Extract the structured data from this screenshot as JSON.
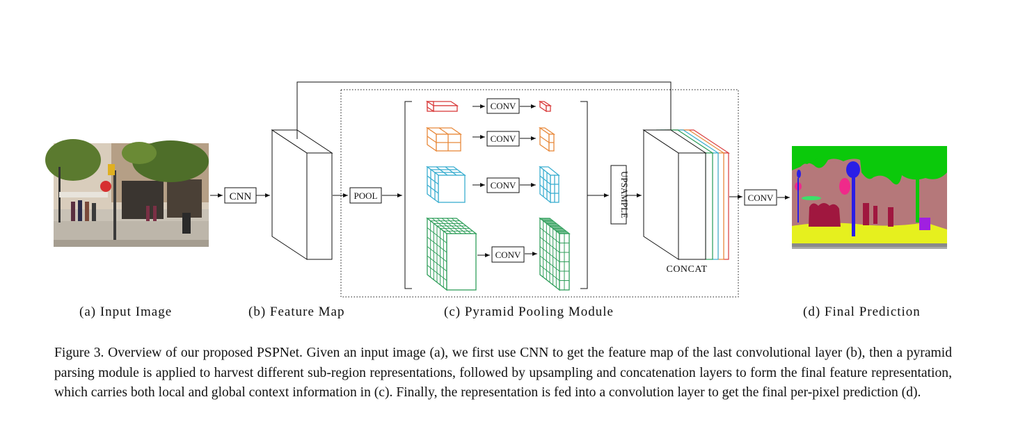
{
  "ops": {
    "cnn": "CNN",
    "pool": "POOL",
    "conv": "CONV",
    "upsample": "UPSAMPLE",
    "concat": "CONCAT"
  },
  "panels": {
    "a": "(a) Input Image",
    "b": "(b) Feature Map",
    "c": "(c) Pyramid Pooling Module",
    "d": "(d) Final Prediction"
  },
  "caption": {
    "number": "Figure 3.",
    "text": "Overview of our proposed PSPNet. Given an input image (a), we first use CNN to get the feature map of the last convolutional layer (b), then a pyramid parsing module is applied to harvest different sub-region representations, followed by upsampling and concatenation layers to form the final feature representation, which carries both local and global context information in (c). Finally, the representation is fed into a convolution layer to get the final per-pixel prediction (d)."
  },
  "colors": {
    "level1": "#d83a3a",
    "level2": "#e8893a",
    "level3": "#3aaed0",
    "level4": "#2f9e5a",
    "seg_background": "#b5787a",
    "seg_tree": "#0bc90b",
    "seg_road": "#e6f01e",
    "seg_person": "#a0173f",
    "seg_pole": "#2a1ee6"
  }
}
